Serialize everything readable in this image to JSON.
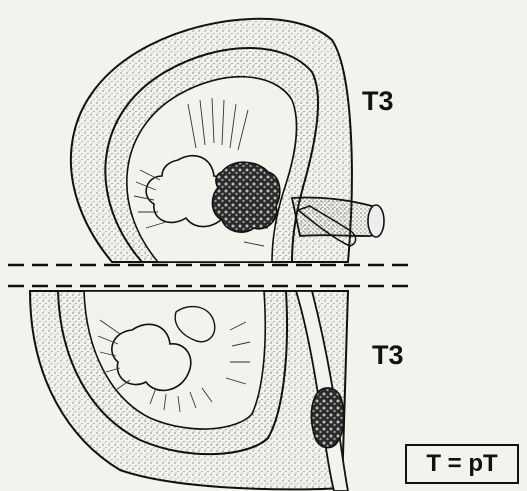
{
  "labels": {
    "upper_stage": "T3",
    "lower_stage": "T3",
    "legend": "T = pT"
  },
  "colors": {
    "ink": "#111111",
    "background": "#f4f2ec",
    "stipple": "#555555"
  },
  "icons": {
    "upper_tumor": "tumor-mass-icon",
    "lower_tumor": "tumor-mass-icon"
  }
}
